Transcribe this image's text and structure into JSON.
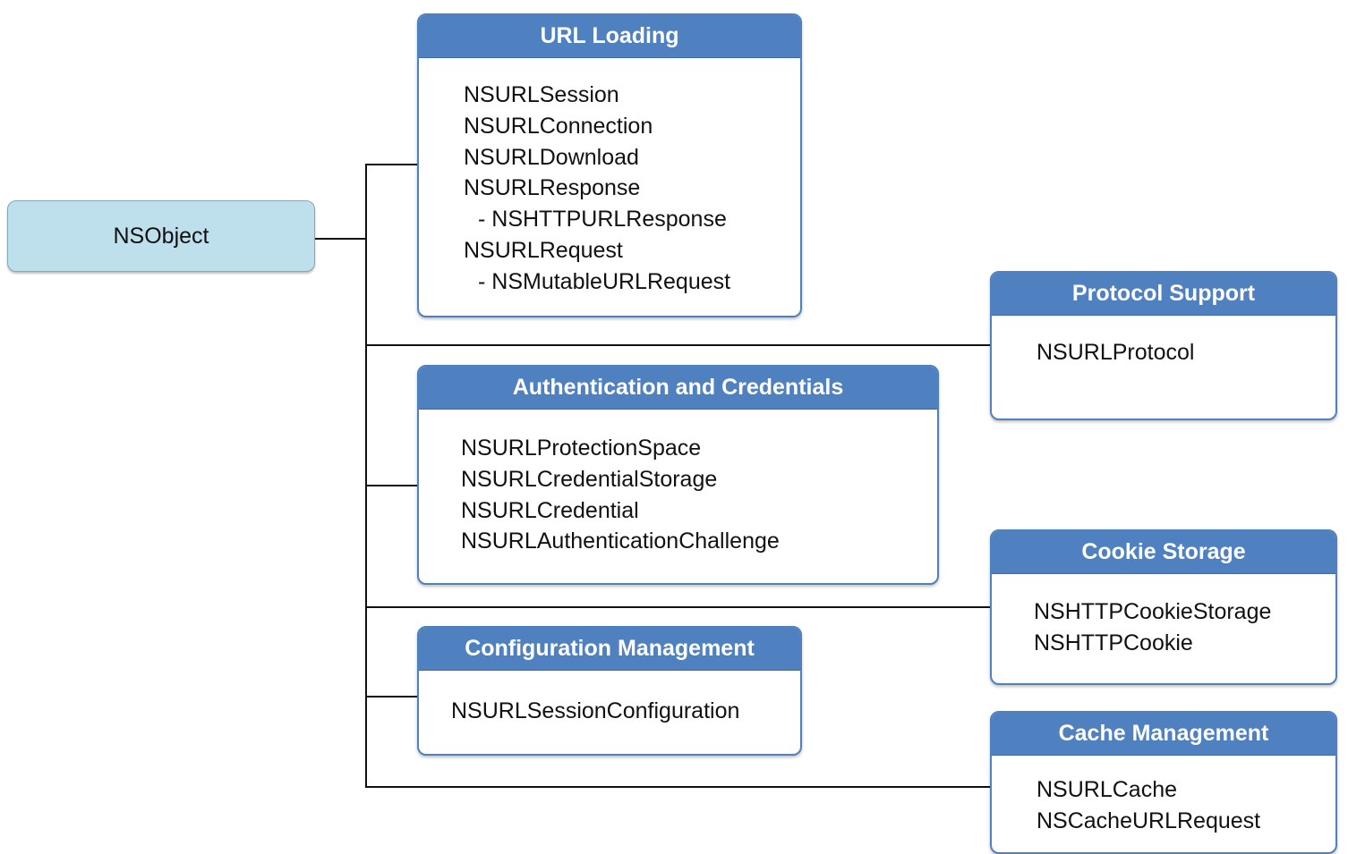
{
  "root": {
    "label": "NSObject"
  },
  "groups": {
    "url_loading": {
      "title": "URL Loading",
      "items": [
        "NSURLSession",
        "NSURLConnection",
        "NSURLDownload",
        "NSURLResponse",
        "- NSHTTPURLResponse",
        "NSURLRequest",
        "- NSMutableURLRequest"
      ]
    },
    "authentication": {
      "title": "Authentication and Credentials",
      "items": [
        "NSURLProtectionSpace",
        "NSURLCredentialStorage",
        "NSURLCredential",
        "NSURLAuthenticationChallenge"
      ]
    },
    "configuration": {
      "title": "Configuration Management",
      "items": [
        "NSURLSessionConfiguration"
      ]
    },
    "protocol": {
      "title": "Protocol Support",
      "items": [
        "NSURLProtocol"
      ]
    },
    "cookie": {
      "title": "Cookie Storage",
      "items": [
        "NSHTTPCookieStorage",
        "NSHTTPCookie"
      ]
    },
    "cache": {
      "title": "Cache Management",
      "items": [
        "NSURLCache",
        "NSCacheURLRequest"
      ]
    }
  },
  "colors": {
    "header": "#4f80bf",
    "root_fill": "#bde0ec",
    "connector": "#111111"
  }
}
